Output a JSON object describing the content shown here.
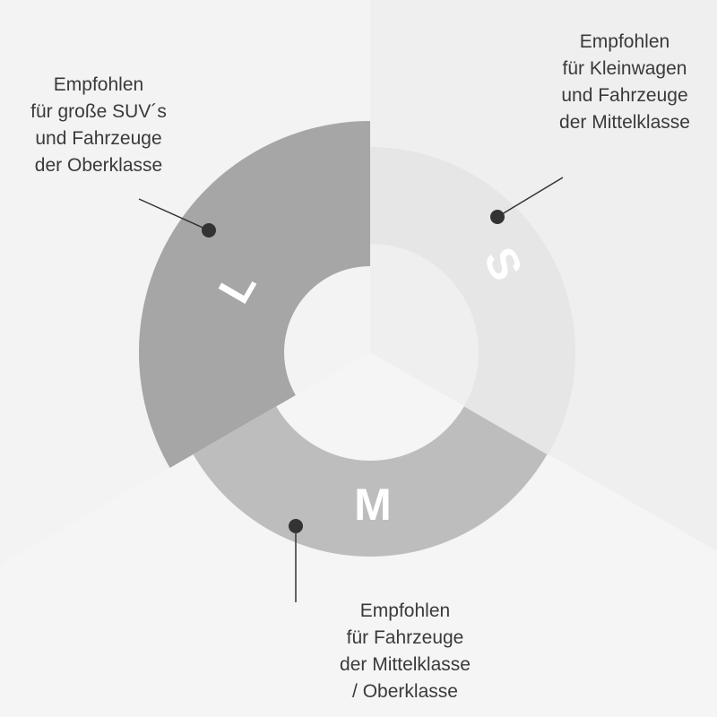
{
  "colors": {
    "L": "#a6a6a6",
    "M": "#bdbdbd",
    "S": "#e6e6e6",
    "dot": "#333333"
  },
  "segments": [
    {
      "letter": "L",
      "label_lines": [
        "Empfohlen",
        "für große SUV´s",
        "und Fahrzeuge",
        "der Oberklasse"
      ]
    },
    {
      "letter": "S",
      "label_lines": [
        "Empfohlen",
        "für Kleinwagen",
        "und Fahrzeuge",
        "der Mittelklasse"
      ]
    },
    {
      "letter": "M",
      "label_lines": [
        "Empfohlen",
        "für Fahrzeuge",
        "der Mittelklasse",
        "/ Oberklasse"
      ]
    }
  ]
}
